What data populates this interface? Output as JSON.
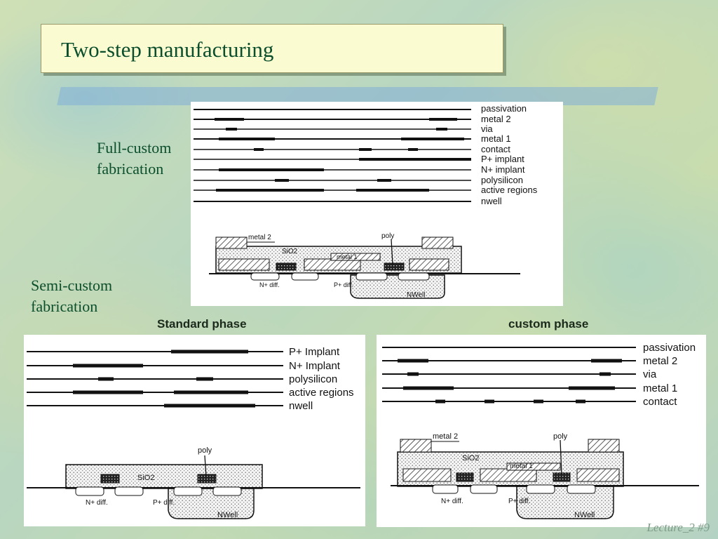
{
  "title": "Two-step manufacturing",
  "labels": {
    "full_custom": [
      "Full-custom",
      "fabrication"
    ],
    "semi_custom": [
      "Semi-custom",
      "fabrication"
    ],
    "standard_phase": "Standard phase",
    "custom_phase": "custom phase"
  },
  "full_custom_figure": {
    "masks": [
      "passivation",
      "metal 2",
      "via",
      "metal 1",
      "contact",
      "P+ implant",
      "N+ implant",
      "polysilicon",
      "active regions",
      "nwell"
    ],
    "section": {
      "metal2": "metal 2",
      "poly": "poly",
      "sio2": "SiO2",
      "metal1": "metal 1",
      "ndiff": "N+ diff.",
      "pdiff": "P+ diff.",
      "nwell": "NWell"
    }
  },
  "standard_figure": {
    "masks": [
      "P+ Implant",
      "N+ Implant",
      "polysilicon",
      "active regions",
      "nwell"
    ],
    "section": {
      "poly": "poly",
      "sio2": "SiO2",
      "ndiff": "N+ diff.",
      "pdiff": "P+ diff.",
      "nwell": "NWell"
    }
  },
  "custom_figure": {
    "masks": [
      "passivation",
      "metal 2",
      "via",
      "metal 1",
      "contact"
    ],
    "section": {
      "metal2": "metal 2",
      "poly": "poly",
      "sio2": "SiO2",
      "metal1": "metal 1",
      "ndiff": "N+ diff.",
      "pdiff": "P+ diff.",
      "nwell": "NWell"
    }
  },
  "footer": {
    "lecture": "Lecture_2",
    "page": "#9"
  }
}
